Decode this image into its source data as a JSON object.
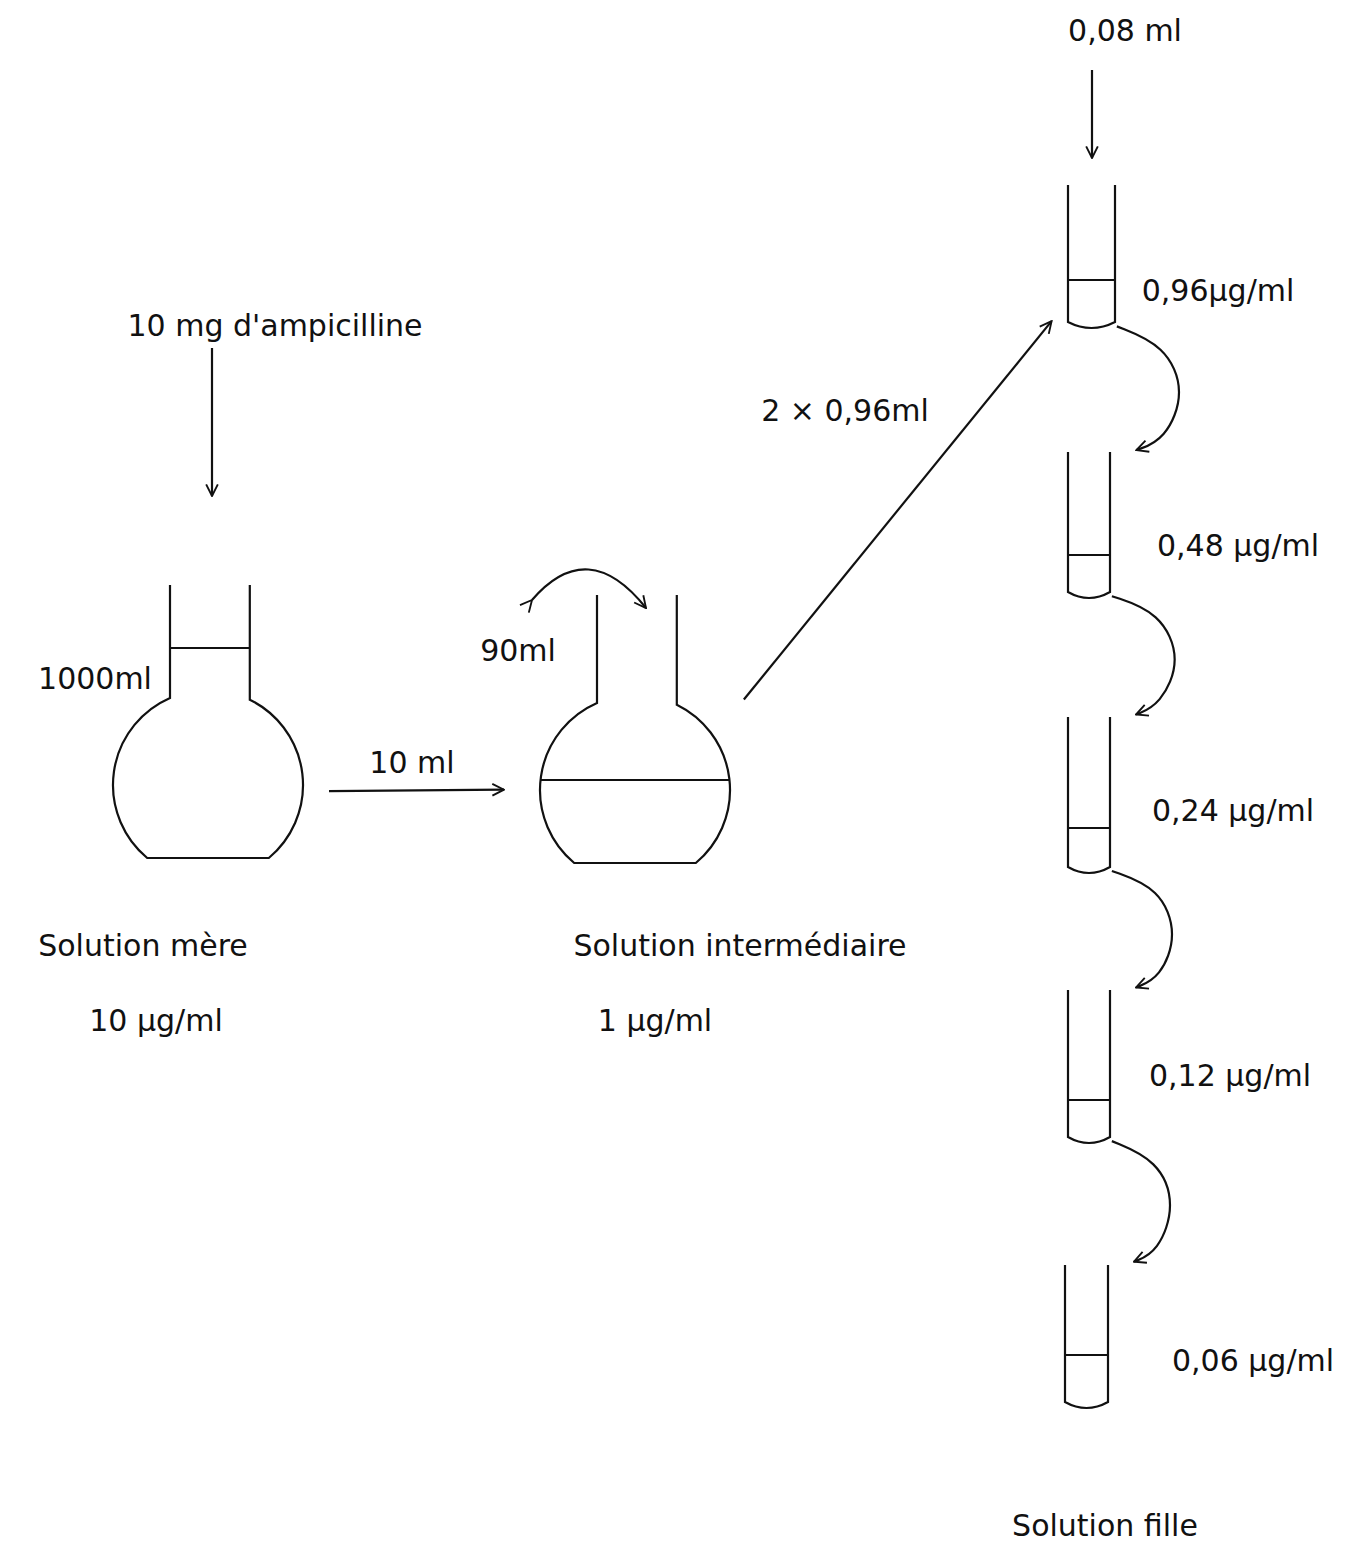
{
  "diagram": {
    "nodes": [
      {
        "text": [
          "Solution mère",
          "10 µg/ml"
        ]
      },
      {
        "text": [
          "Solution intermédiaire",
          "1 µg/ml"
        ]
      },
      {
        "text": [
          "0,96µg/ml"
        ]
      },
      {
        "text": [
          "0,48 µg/ml"
        ]
      },
      {
        "text": [
          "0,24 µg/ml"
        ]
      },
      {
        "text": [
          "0,12 µg/ml"
        ]
      },
      {
        "text": [
          "0,06 µg/ml"
        ]
      }
    ],
    "edges": [
      {
        "from": 0,
        "to": 1,
        "label": "10 ml",
        "arrow": "to"
      },
      {
        "from": 1,
        "to": 2,
        "label": "2 × 0,96ml",
        "arrow": "to"
      },
      {
        "from": 2,
        "to": 3,
        "arrow": "to"
      },
      {
        "from": 3,
        "to": 4,
        "arrow": "to"
      },
      {
        "from": 4,
        "to": 5,
        "arrow": "to"
      },
      {
        "from": 5,
        "to": 6,
        "arrow": "to"
      }
    ],
    "labels": [
      "10 mg d'ampicilline",
      "1000ml",
      "90ml",
      "0,08 ml",
      "Solution fille"
    ]
  }
}
